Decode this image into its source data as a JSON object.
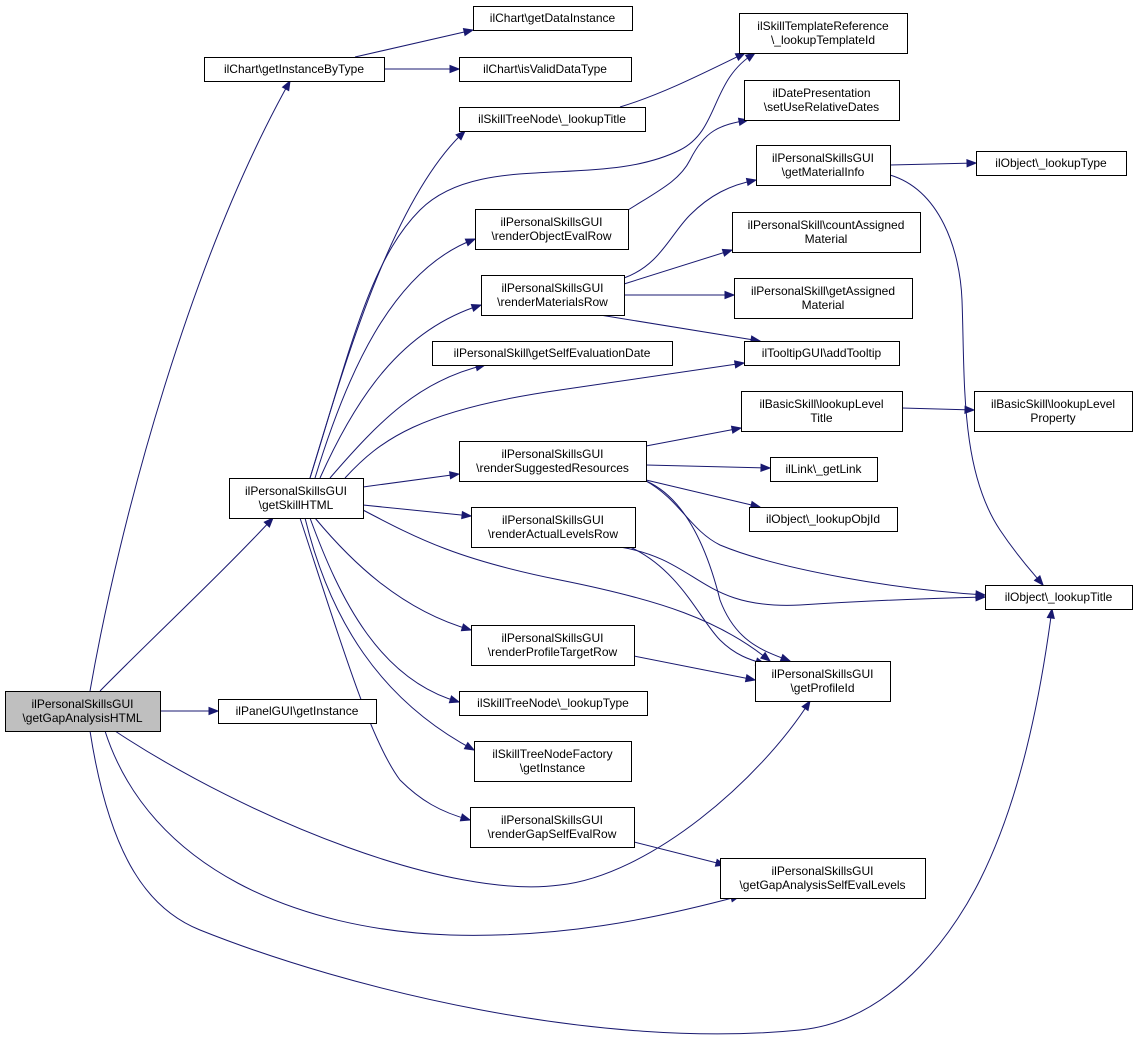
{
  "colors": {
    "edge": "#191970",
    "node_border": "#000000",
    "node_fill": "#ffffff",
    "root_fill": "#bfbfbf"
  },
  "nodes": [
    {
      "id": "getGapAnalysisHTML",
      "lines": [
        "ilPersonalSkillsGUI",
        "\\getGapAnalysisHTML"
      ],
      "root": true
    },
    {
      "id": "getInstanceByType",
      "lines": [
        "ilChart\\getInstanceByType"
      ]
    },
    {
      "id": "getDataInstance",
      "lines": [
        "ilChart\\getDataInstance"
      ]
    },
    {
      "id": "isValidDataType",
      "lines": [
        "ilChart\\isValidDataType"
      ]
    },
    {
      "id": "lookupTemplateId",
      "lines": [
        "ilSkillTemplateReference",
        "\\_lookupTemplateId"
      ]
    },
    {
      "id": "sknLookupTitle",
      "lines": [
        "ilSkillTreeNode\\_lookupTitle"
      ]
    },
    {
      "id": "setUseRelativeDates",
      "lines": [
        "ilDatePresentation",
        "\\setUseRelativeDates"
      ]
    },
    {
      "id": "getMaterialInfo",
      "lines": [
        "ilPersonalSkillsGUI",
        "\\getMaterialInfo"
      ]
    },
    {
      "id": "objLookupType",
      "lines": [
        "ilObject\\_lookupType"
      ]
    },
    {
      "id": "renderObjectEvalRow",
      "lines": [
        "ilPersonalSkillsGUI",
        "\\renderObjectEvalRow"
      ]
    },
    {
      "id": "countAssignedMaterial",
      "lines": [
        "ilPersonalSkill\\countAssigned",
        "Material"
      ]
    },
    {
      "id": "renderMaterialsRow",
      "lines": [
        "ilPersonalSkillsGUI",
        "\\renderMaterialsRow"
      ]
    },
    {
      "id": "getAssignedMaterial",
      "lines": [
        "ilPersonalSkill\\getAssigned",
        "Material"
      ]
    },
    {
      "id": "getSelfEvaluationDate",
      "lines": [
        "ilPersonalSkill\\getSelfEvaluationDate"
      ]
    },
    {
      "id": "addTooltip",
      "lines": [
        "ilTooltipGUI\\addTooltip"
      ]
    },
    {
      "id": "lookupLevelTitle",
      "lines": [
        "ilBasicSkill\\lookupLevel",
        "Title"
      ]
    },
    {
      "id": "lookupLevelProperty",
      "lines": [
        "ilBasicSkill\\lookupLevel",
        "Property"
      ]
    },
    {
      "id": "getSkillHTML",
      "lines": [
        "ilPersonalSkillsGUI",
        "\\getSkillHTML"
      ]
    },
    {
      "id": "renderSuggestedResources",
      "lines": [
        "ilPersonalSkillsGUI",
        "\\renderSuggestedResources"
      ]
    },
    {
      "id": "getLink",
      "lines": [
        "ilLink\\_getLink"
      ]
    },
    {
      "id": "lookupObjId",
      "lines": [
        "ilObject\\_lookupObjId"
      ]
    },
    {
      "id": "renderActualLevelsRow",
      "lines": [
        "ilPersonalSkillsGUI",
        "\\renderActualLevelsRow"
      ]
    },
    {
      "id": "objLookupTitle",
      "lines": [
        "ilObject\\_lookupTitle"
      ]
    },
    {
      "id": "renderProfileTargetRow",
      "lines": [
        "ilPersonalSkillsGUI",
        "\\renderProfileTargetRow"
      ]
    },
    {
      "id": "getProfileId",
      "lines": [
        "ilPersonalSkillsGUI",
        "\\getProfileId"
      ]
    },
    {
      "id": "panelGetInstance",
      "lines": [
        "ilPanelGUI\\getInstance"
      ]
    },
    {
      "id": "sknLookupType",
      "lines": [
        "ilSkillTreeNode\\_lookupType"
      ]
    },
    {
      "id": "factoryGetInstance",
      "lines": [
        "ilSkillTreeNodeFactory",
        "\\getInstance"
      ]
    },
    {
      "id": "renderGapSelfEvalRow",
      "lines": [
        "ilPersonalSkillsGUI",
        "\\renderGapSelfEvalRow"
      ]
    },
    {
      "id": "getGapAnalysisSelfEvalLevels",
      "lines": [
        "ilPersonalSkillsGUI",
        "\\getGapAnalysisSelfEvalLevels"
      ]
    }
  ],
  "edges": [
    {
      "from": "getGapAnalysisHTML",
      "to": "getInstanceByType"
    },
    {
      "from": "getGapAnalysisHTML",
      "to": "getSkillHTML"
    },
    {
      "from": "getGapAnalysisHTML",
      "to": "panelGetInstance"
    },
    {
      "from": "getGapAnalysisHTML",
      "to": "getProfileId"
    },
    {
      "from": "getGapAnalysisHTML",
      "to": "getGapAnalysisSelfEvalLevels"
    },
    {
      "from": "getGapAnalysisHTML",
      "to": "objLookupTitle"
    },
    {
      "from": "getInstanceByType",
      "to": "getDataInstance"
    },
    {
      "from": "getInstanceByType",
      "to": "isValidDataType"
    },
    {
      "from": "sknLookupTitle",
      "to": "lookupTemplateId"
    },
    {
      "from": "getSkillHTML",
      "to": "sknLookupTitle"
    },
    {
      "from": "getSkillHTML",
      "to": "lookupTemplateId"
    },
    {
      "from": "getSkillHTML",
      "to": "renderObjectEvalRow"
    },
    {
      "from": "getSkillHTML",
      "to": "renderMaterialsRow"
    },
    {
      "from": "getSkillHTML",
      "to": "getSelfEvaluationDate"
    },
    {
      "from": "getSkillHTML",
      "to": "addTooltip"
    },
    {
      "from": "getSkillHTML",
      "to": "renderSuggestedResources"
    },
    {
      "from": "getSkillHTML",
      "to": "renderActualLevelsRow"
    },
    {
      "from": "getSkillHTML",
      "to": "getProfileId"
    },
    {
      "from": "getSkillHTML",
      "to": "renderProfileTargetRow"
    },
    {
      "from": "getSkillHTML",
      "to": "sknLookupType"
    },
    {
      "from": "getSkillHTML",
      "to": "factoryGetInstance"
    },
    {
      "from": "getSkillHTML",
      "to": "renderGapSelfEvalRow"
    },
    {
      "from": "renderObjectEvalRow",
      "to": "setUseRelativeDates"
    },
    {
      "from": "renderMaterialsRow",
      "to": "getMaterialInfo"
    },
    {
      "from": "renderMaterialsRow",
      "to": "countAssignedMaterial"
    },
    {
      "from": "renderMaterialsRow",
      "to": "getAssignedMaterial"
    },
    {
      "from": "renderMaterialsRow",
      "to": "addTooltip"
    },
    {
      "from": "getMaterialInfo",
      "to": "objLookupType"
    },
    {
      "from": "getMaterialInfo",
      "to": "objLookupTitle"
    },
    {
      "from": "renderSuggestedResources",
      "to": "lookupLevelTitle"
    },
    {
      "from": "renderSuggestedResources",
      "to": "getLink"
    },
    {
      "from": "renderSuggestedResources",
      "to": "lookupObjId"
    },
    {
      "from": "renderSuggestedResources",
      "to": "objLookupTitle"
    },
    {
      "from": "renderSuggestedResources",
      "to": "getProfileId"
    },
    {
      "from": "lookupLevelTitle",
      "to": "lookupLevelProperty"
    },
    {
      "from": "renderActualLevelsRow",
      "to": "objLookupTitle"
    },
    {
      "from": "renderActualLevelsRow",
      "to": "getProfileId"
    },
    {
      "from": "renderProfileTargetRow",
      "to": "getProfileId"
    },
    {
      "from": "renderGapSelfEvalRow",
      "to": "getGapAnalysisSelfEvalLevels"
    }
  ]
}
